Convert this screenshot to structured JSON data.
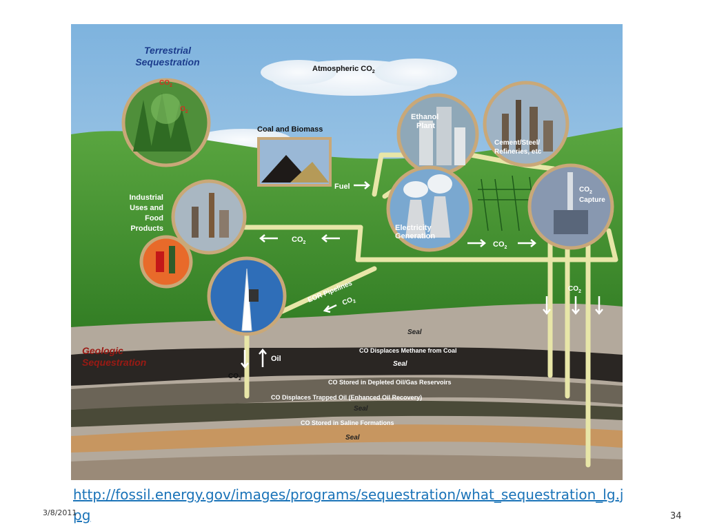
{
  "figure": {
    "terrestrial_title_1": "Terrestrial",
    "terrestrial_title_2": "Sequestration",
    "tree_co2": "CO",
    "tree_o2": "O",
    "atmospheric": "Atmospheric CO",
    "coal_biomass": "Coal and Biomass",
    "ethanol_1": "Ethanol",
    "ethanol_2": "Plant",
    "cement_1": "Cement/Steel/",
    "cement_2": "Refineries, etc",
    "fuel": "Fuel",
    "industrial_1": "Industrial",
    "industrial_2": "Uses and",
    "industrial_3": "Food",
    "industrial_4": "Products",
    "co2_left": "CO",
    "electricity_1": "Electricity",
    "electricity_2": "Generation",
    "co2_mid": "CO",
    "capture_1": "CO",
    "capture_2": "Capture",
    "eor_pipelines": "EOR Pipelines",
    "eor_co2": "CO",
    "co2_right": "CO",
    "geologic_1": "Geologic",
    "geologic_2": "Sequestration",
    "seal_1": "Seal",
    "methane": "CO Displaces Methane from Coal",
    "seal_2": "Seal",
    "oil": "Oil",
    "co2_well": "CO",
    "depleted": "CO Stored in Depleted Oil/Gas Reservoirs",
    "eor": "CO Displaces Trapped Oil (Enhanced Oil Recovery)",
    "seal_3": "Seal",
    "saline": "CO Stored in Saline Formations",
    "seal_4": "Seal",
    "subscript_2": "2"
  },
  "source_link": "http://fossil.energy.gov/images/programs/sequestration/what_sequestration_lg.jpg",
  "slide_date": "3/8/2011",
  "slide_number": "34",
  "colors": {
    "link": "#1a73b8",
    "pipe": "#e8e6a8",
    "grass": "#3e8f2e",
    "sky": "#8fc0e4",
    "title_blue": "#1c3c8c",
    "title_red": "#9a1a14"
  }
}
